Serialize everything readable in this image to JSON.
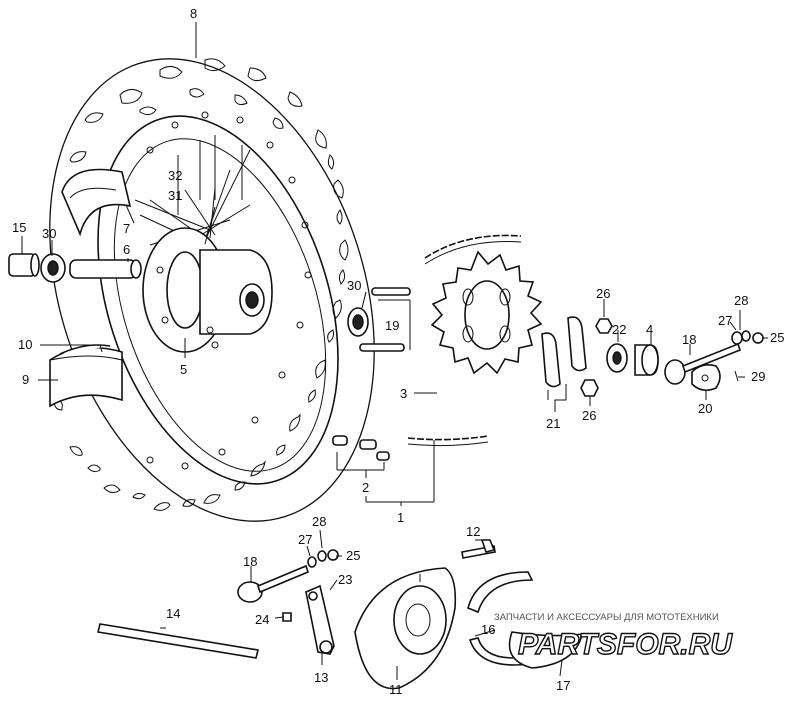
{
  "callouts": {
    "c1": "1",
    "c2": "2",
    "c3": "3",
    "c4": "4",
    "c5": "5",
    "c6": "6",
    "c7": "7",
    "c8": "8",
    "c9": "9",
    "c10": "10",
    "c11": "11",
    "c12": "12",
    "c13": "13",
    "c14": "14",
    "c15": "15",
    "c16": "16",
    "c17": "17",
    "c18a": "18",
    "c18b": "18",
    "c19": "19",
    "c20": "20",
    "c21": "21",
    "c22": "22",
    "c23": "23",
    "c24": "24",
    "c25a": "25",
    "c25b": "25",
    "c26a": "26",
    "c26b": "26",
    "c27a": "27",
    "c27b": "27",
    "c28a": "28",
    "c28b": "28",
    "c29": "29",
    "c30a": "30",
    "c30b": "30",
    "c31": "31",
    "c32": "32"
  },
  "watermark": {
    "text": "ЗАПЧАСТИ И АКСЕССУАРЫ ДЛЯ МОТОТЕХНИКИ",
    "logo": "PARTSFOR.RU"
  }
}
